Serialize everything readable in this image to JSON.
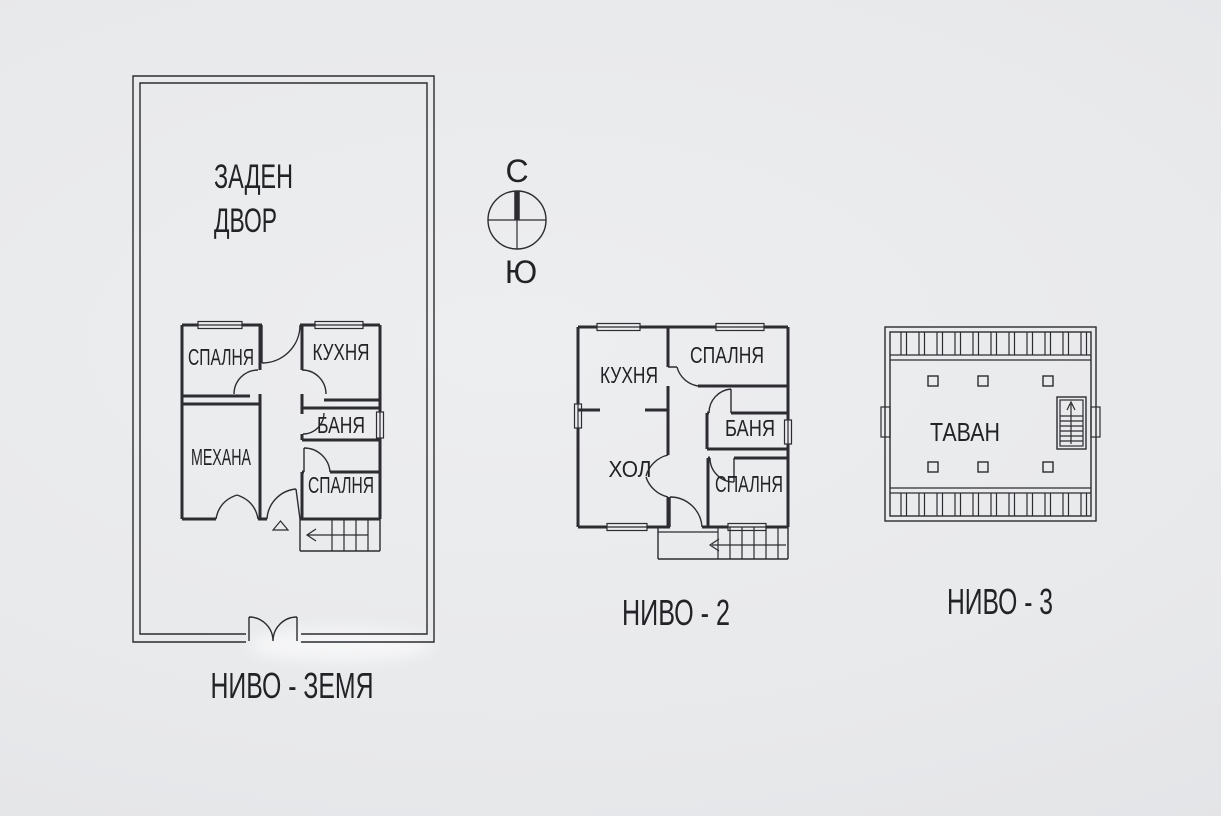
{
  "theme": {
    "paper_bg": "#e8e9eb",
    "paper_edge": "#e0e1e4",
    "ink": "#2c2c31",
    "text_ink": "#232327"
  },
  "compass": {
    "north": "С",
    "south": "Ю"
  },
  "plans": {
    "ground": {
      "caption": "НИВО - ЗЕМЯ",
      "yard_line1": "ЗАДЕН",
      "yard_line2": "ДВОР",
      "rooms": {
        "bedroom_top": "СПАЛНЯ",
        "kitchen": "КУХНЯ",
        "mehana": "МЕХАНА",
        "bath": "БАНЯ",
        "bedroom_bottom": "СПАЛНЯ"
      }
    },
    "level2": {
      "caption": "НИВО - 2",
      "rooms": {
        "kitchen": "КУХНЯ",
        "bedroom_top": "СПАЛНЯ",
        "hall": "ХОЛ",
        "bath": "БАНЯ",
        "bedroom_bottom": "СПАЛНЯ"
      }
    },
    "level3": {
      "caption": "НИВО - 3",
      "rooms": {
        "attic": "ТАВАН"
      }
    }
  }
}
